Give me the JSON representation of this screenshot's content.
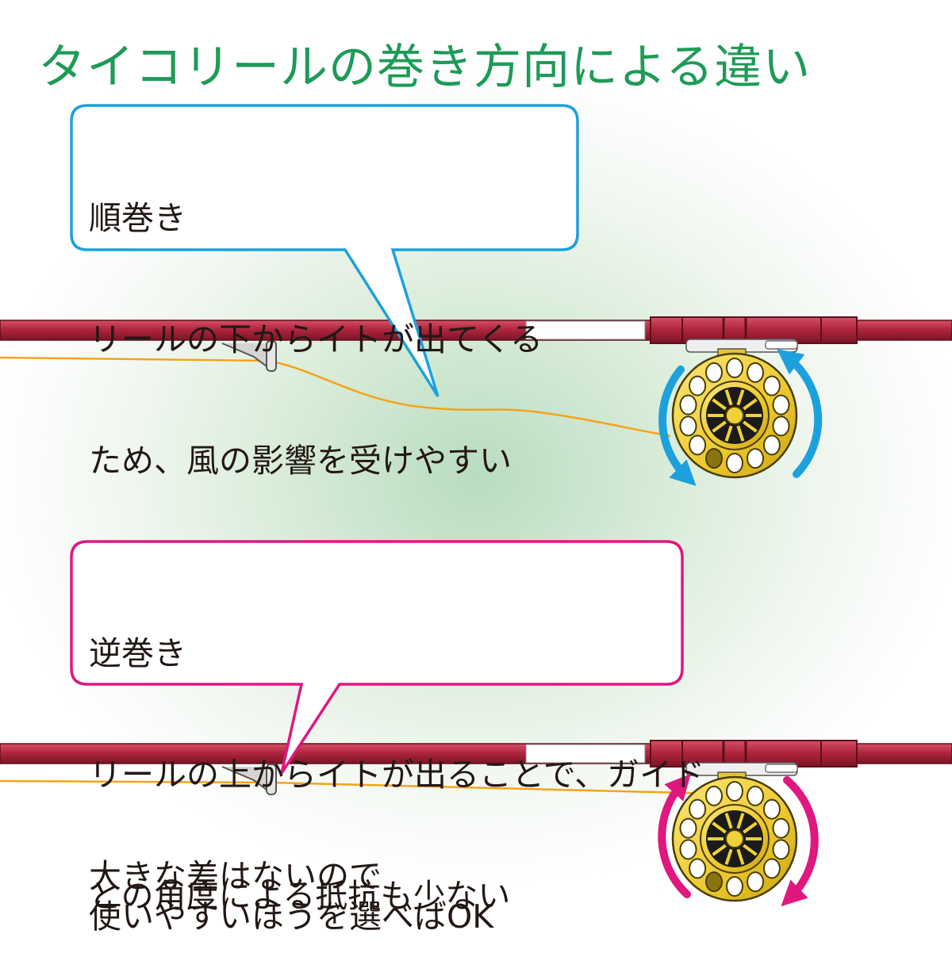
{
  "title": "タイコリールの巻き方向による違い",
  "callouts": [
    {
      "heading": "順巻き",
      "lines": [
        "リールの下からイトが出てくる",
        "ため、風の影響を受けやすい"
      ],
      "border_color": "#1ca1dd"
    },
    {
      "heading": "逆巻き",
      "lines": [
        "リールの上からイトが出ることで、ガイド",
        "との角度による抵抗も少ない"
      ],
      "border_color": "#e0177f"
    }
  ],
  "note": {
    "lines": [
      "大きな差はないので",
      "使いやすいほうを選べばOK"
    ]
  },
  "colors": {
    "title": "#1e9b57",
    "rod": "#b0263e",
    "line": "#f5a31a",
    "reel": "#f0d238",
    "arrow_forward": "#1ca1dd",
    "arrow_reverse": "#e0177f"
  }
}
